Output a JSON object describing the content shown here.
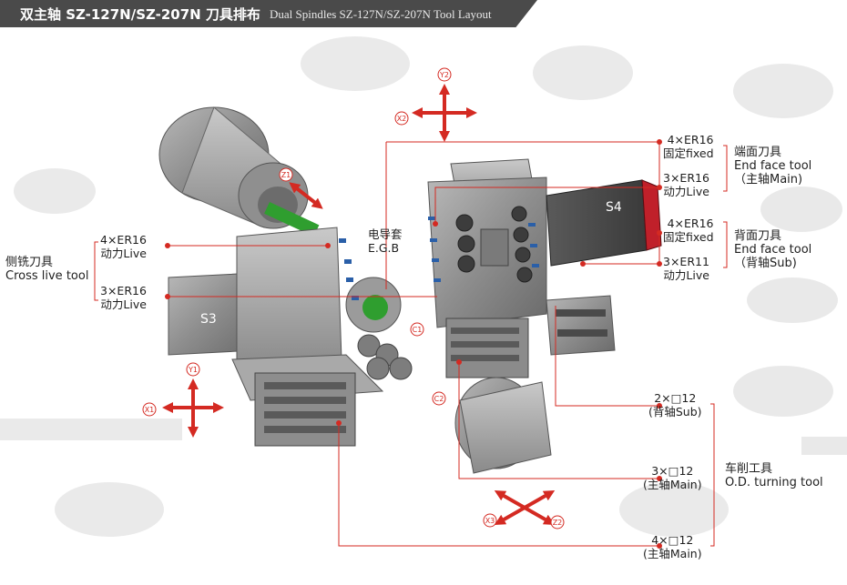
{
  "header": {
    "title_zh": "双主轴 SZ-127N/SZ-207N 刀具排布",
    "title_en": "Dual Spindles SZ-127N/SZ-207N Tool Layout"
  },
  "colors": {
    "accent": "#d42a22",
    "header_bg": "#4a4a4a",
    "machine_gray": "#8c8c8c"
  },
  "axes": {
    "y2": "Y2",
    "x2": "X2",
    "z1": "Z1",
    "c1": "C1",
    "y1": "Y1",
    "x1": "X1",
    "c2": "C2",
    "x3": "X3",
    "z2": "Z2"
  },
  "parts": {
    "s3": "S3",
    "s4": "S4"
  },
  "labels": {
    "left_top": {
      "line1": "4×ER16",
      "line2": "动力Live"
    },
    "left_bottom": {
      "line1": "3×ER16",
      "line2": "动力Live"
    },
    "cross_tool": {
      "line1": "侧铣刀具",
      "line2": "Cross live tool"
    },
    "egb": {
      "line1": "电导套",
      "line2": "E.G.B"
    },
    "main_fixed": {
      "line1": "4×ER16",
      "line2": "固定fixed"
    },
    "main_live": {
      "line1": "3×ER16",
      "line2": "动力Live"
    },
    "end_face_main": {
      "line1": "端面刀具",
      "line2": "End face tool",
      "line3": "（主轴Main)"
    },
    "sub_fixed": {
      "line1": "4×ER16",
      "line2": "固定fixed"
    },
    "sub_live": {
      "line1": "3×ER11",
      "line2": "动力Live"
    },
    "end_face_sub": {
      "line1": "背面刀具",
      "line2": "End face tool",
      "line3": "（背轴Sub)"
    },
    "turning_sub": {
      "line1": "2×□12",
      "line2": "(背轴Sub)"
    },
    "turning_main3": {
      "line1": "3×□12",
      "line2": "(主轴Main)"
    },
    "od_turning": {
      "line1": "车削工具",
      "line2": "O.D. turning tool"
    },
    "turning_main4": {
      "line1": "4×□12",
      "line2": "(主轴Main)"
    }
  }
}
